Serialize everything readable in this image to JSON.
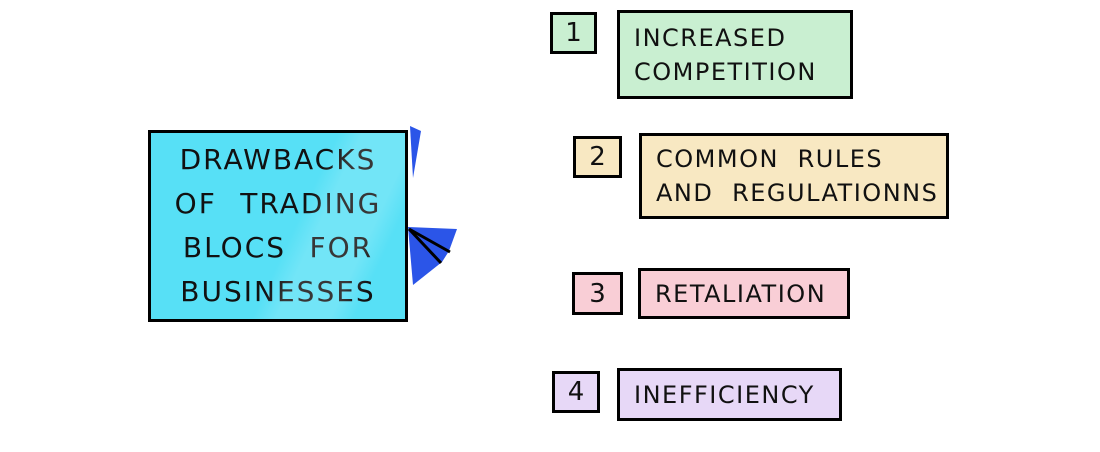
{
  "title_box": {
    "lines": [
      "DRAWBACKS",
      "OF TRADING",
      "BLOCS FOR",
      "BUSINESSES"
    ]
  },
  "items": [
    {
      "number": "1",
      "label_lines": [
        "INCREASED",
        "COMPETITION"
      ]
    },
    {
      "number": "2",
      "label_lines": [
        "COMMON RULES",
        "AND REGULATIONNS"
      ]
    },
    {
      "number": "3",
      "label_lines": [
        "RETALIATION"
      ]
    },
    {
      "number": "4",
      "label_lines": [
        "INEFFICIENCY"
      ]
    }
  ],
  "colors": {
    "title_bg": "#57e0f6",
    "arrow": "#2b55e8",
    "item1_bg": "#c9efd1",
    "item2_bg": "#f8e8c2",
    "item3_bg": "#f9ced6",
    "item4_bg": "#e7d8f7",
    "border": "#000000"
  }
}
